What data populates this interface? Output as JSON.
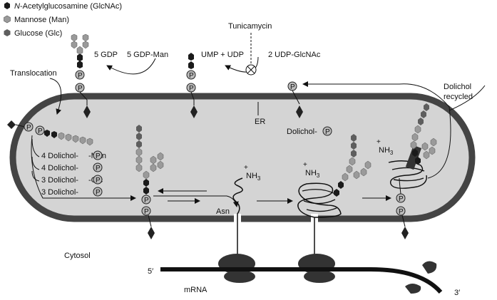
{
  "legend": {
    "glcnac": {
      "prefix": "N",
      "rest": "-Acetylglucosamine (GlcNAc)"
    },
    "man": "Mannose (Man)",
    "glc": "Glucose (Glc)"
  },
  "labels": {
    "tunicamycin": "Tunicamycin",
    "gdp_left": "5 GDP",
    "gdp_man": "5 GDP-Man",
    "ump_udp": "UMP + UDP",
    "udp_glcnac": "2 UDP-GlcNAc",
    "translocation": "Translocation",
    "dolichol_recycled_1": "Dolichol",
    "dolichol_recycled_2": "recycled",
    "er": "ER",
    "dolichol_p": "Dolichol-",
    "dol_man_4": {
      "pre": "4 Dolichol-",
      "post": "-Man"
    },
    "dol_4": "4 Dolichol-",
    "dol_glc_3": {
      "pre": "3 Dolichol-",
      "post": "-Glc"
    },
    "dol_3": "3 Dolichol-",
    "phosphate": "P",
    "asn": "Asn",
    "nh3": "NH",
    "nh3_sub": "3",
    "plus": "+",
    "cytosol": "Cytosol",
    "mrna": "mRNA",
    "five_prime": "5′",
    "three_prime": "3′"
  },
  "colors": {
    "membrane": "#444444",
    "lumen": "#d4d4d4",
    "glcnac": "#1a1a1a",
    "mannose": "#9a9a9a",
    "glucose": "#5e5e5e",
    "line": "#111111"
  }
}
